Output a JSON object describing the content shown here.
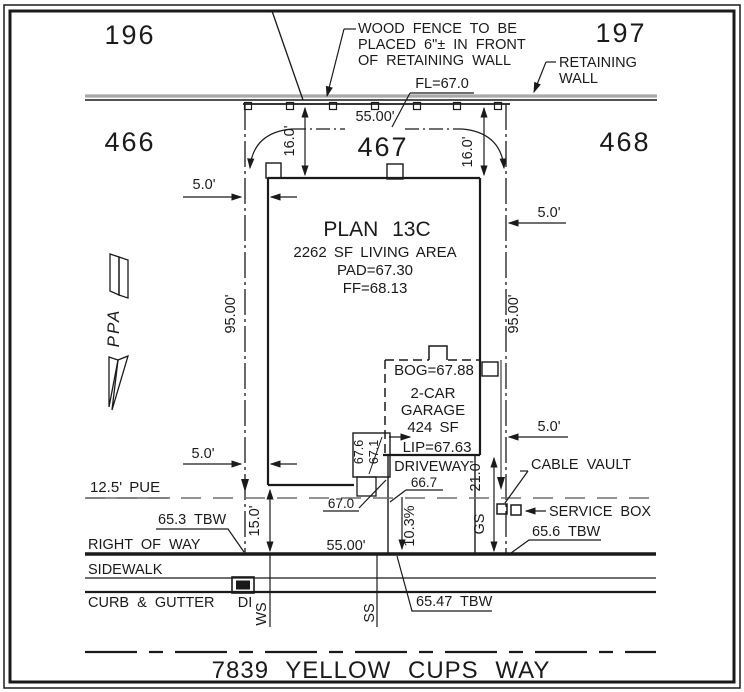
{
  "drawing_type": "residential plot plan",
  "colors": {
    "ink": "#1a1a1a",
    "retaining_wall_gray": "#a9a9a9",
    "pue_dash_gray": "#6e6e6e",
    "paper": "#ffffff"
  },
  "lots": {
    "l196": "196",
    "l197": "197",
    "l466": "466",
    "l467": "467",
    "l468": "468"
  },
  "fence_note": {
    "line1": "WOOD FENCE TO BE",
    "line2": "PLACED 6\"± IN FRONT",
    "line3": "OF RETAINING WALL"
  },
  "retaining_note": {
    "line1": "RETAINING",
    "line2": "WALL"
  },
  "labels": {
    "fl": "FL=67.0",
    "lot_width_top": "55.00'",
    "lot_width_bottom": "55.00'",
    "depth_left": "95.00'",
    "depth_right": "95.00'",
    "front_dim_left": "16.0'",
    "front_dim_right": "16.0'",
    "setback_left_top": "5.0'",
    "setback_left_bottom": "5.0'",
    "setback_right_top": "5.0'",
    "setback_right_bottom": "5.0'",
    "front_setback": "15.0'",
    "drive_len": "21.0'",
    "slope": "10.3%"
  },
  "house": {
    "plan": "PLAN 13C",
    "area": "2262 SF LIVING AREA",
    "pad": "PAD=67.30",
    "ff": "FF=68.13"
  },
  "garage": {
    "bog": "BOG=67.88",
    "line1": "2-CAR",
    "line2": "GARAGE",
    "line3": "424 SF",
    "lip": "LIP=67.63"
  },
  "stoop": {
    "elev1": "67.6",
    "elev2": "67.1",
    "elev3": "67.0"
  },
  "driveway": {
    "label": "DRIVEWAY",
    "elev": "66.7"
  },
  "site": {
    "pue": "12.5' PUE",
    "row": "RIGHT OF WAY",
    "sidewalk": "SIDEWALK",
    "curb": "CURB & GUTTER",
    "di": "DI",
    "ws": "WS",
    "ss": "SS",
    "gs": "GS",
    "tbw_left": "65.3 TBW",
    "tbw_center": "65.47 TBW",
    "tbw_right": "65.6 TBW",
    "cable_vault": "CABLE VAULT",
    "service_box": "SERVICE BOX",
    "street": "7839 YELLOW CUPS WAY"
  },
  "north_arrow": {
    "letters": "PPA"
  }
}
